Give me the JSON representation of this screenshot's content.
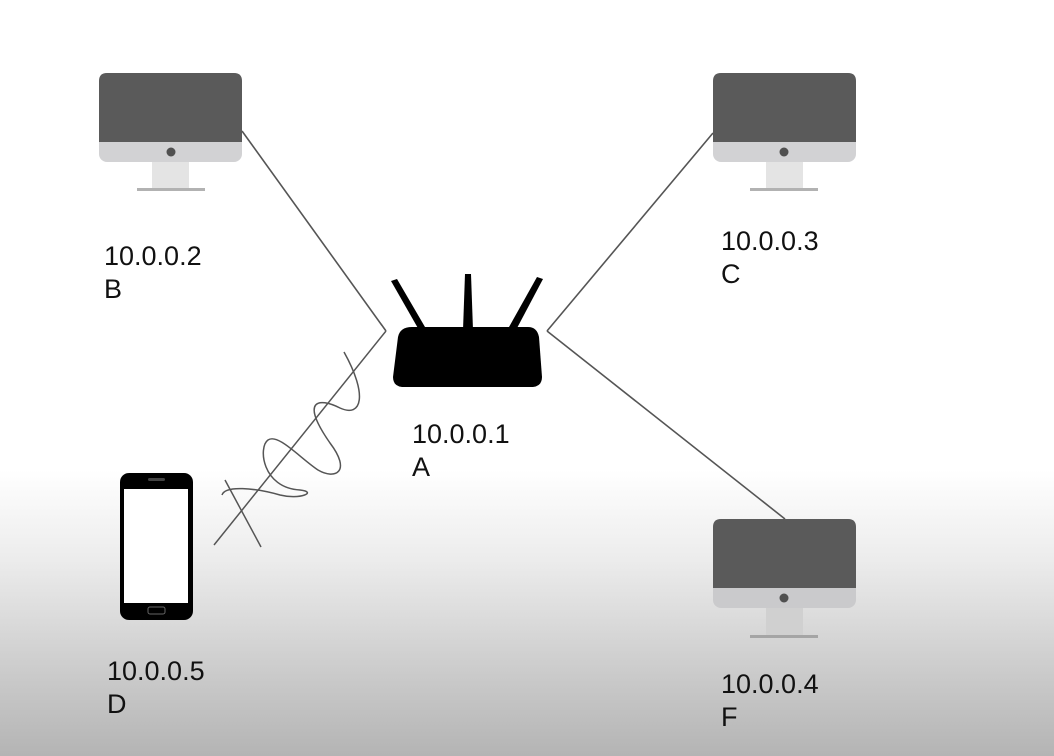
{
  "nodes": {
    "router_a": {
      "ip": "10.0.0.1",
      "name": "A",
      "icon": "router-icon"
    },
    "computer_b": {
      "ip": "10.0.0.2",
      "name": "B",
      "icon": "desktop-computer-icon"
    },
    "computer_c": {
      "ip": "10.0.0.3",
      "name": "C",
      "icon": "desktop-computer-icon"
    },
    "computer_f": {
      "ip": "10.0.0.4",
      "name": "F",
      "icon": "desktop-computer-icon"
    },
    "phone_d": {
      "ip": "10.0.0.5",
      "name": "D",
      "icon": "smartphone-icon"
    }
  },
  "links": [
    {
      "from": "router_a",
      "to": "computer_b",
      "type": "wired"
    },
    {
      "from": "router_a",
      "to": "computer_c",
      "type": "wired"
    },
    {
      "from": "router_a",
      "to": "computer_f",
      "type": "wired"
    },
    {
      "from": "router_a",
      "to": "phone_d",
      "type": "wireless"
    }
  ],
  "colors": {
    "monitor_screen": "#5a5a5a",
    "monitor_bezel": "#d2d2d4",
    "router": "#000000",
    "link_line": "#555555"
  }
}
